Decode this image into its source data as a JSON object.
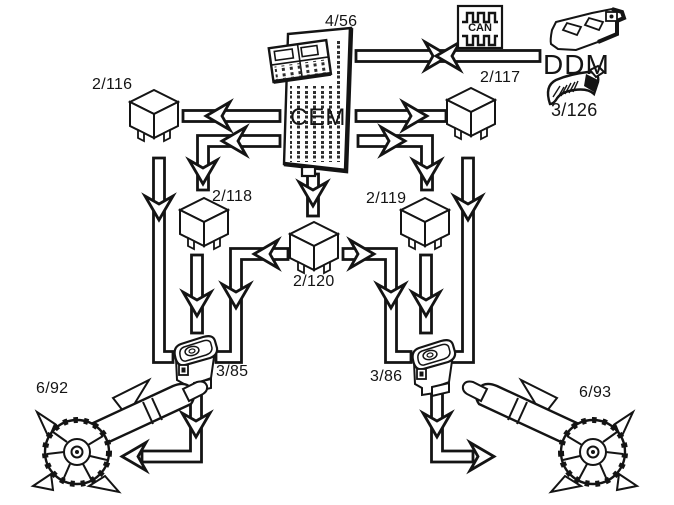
{
  "page": {
    "background": "#ffffff",
    "line_color": "#141414",
    "description_labels": {
      "cem_ref": "4/56",
      "cem": "CEM",
      "can": "CAN",
      "ddm": "DDM",
      "ddm_connector_ref": "3/126",
      "relay_116": "2/116",
      "relay_117": "2/117",
      "relay_118": "2/118",
      "relay_119": "2/119",
      "relay_120": "2/120",
      "connector_85": "3/85",
      "connector_86": "3/86",
      "motor_92": "6/92",
      "motor_93": "6/93"
    }
  },
  "components": {
    "cem": {
      "ref": "4/56",
      "label": "CEM"
    },
    "can_bus": {
      "label": "CAN"
    },
    "ddm": {
      "label": "DDM",
      "connector_ref": "3/126"
    },
    "relay_116": {
      "ref": "2/116"
    },
    "relay_117": {
      "ref": "2/117"
    },
    "relay_118": {
      "ref": "2/118"
    },
    "relay_119": {
      "ref": "2/119"
    },
    "relay_120": {
      "ref": "2/120"
    },
    "connector_85": {
      "ref": "3/85"
    },
    "connector_86": {
      "ref": "3/86"
    },
    "motor_92": {
      "ref": "6/92"
    },
    "motor_93": {
      "ref": "6/93"
    }
  },
  "connections": [
    {
      "from": "4/56",
      "to": "3/126",
      "bus": "CAN",
      "bidirectional": true
    },
    {
      "from": "4/56",
      "to": "2/116"
    },
    {
      "from": "4/56",
      "to": "2/117"
    },
    {
      "from": "4/56",
      "to": "2/118"
    },
    {
      "from": "4/56",
      "to": "2/119"
    },
    {
      "from": "4/56",
      "to": "2/120"
    },
    {
      "from": "2/116",
      "to": "3/85"
    },
    {
      "from": "2/118",
      "to": "3/85"
    },
    {
      "from": "2/120",
      "to": "3/85"
    },
    {
      "from": "2/120",
      "to": "3/86"
    },
    {
      "from": "2/119",
      "to": "3/86"
    },
    {
      "from": "2/117",
      "to": "3/86"
    },
    {
      "from": "3/85",
      "to": "6/92"
    },
    {
      "from": "3/86",
      "to": "6/93"
    }
  ]
}
